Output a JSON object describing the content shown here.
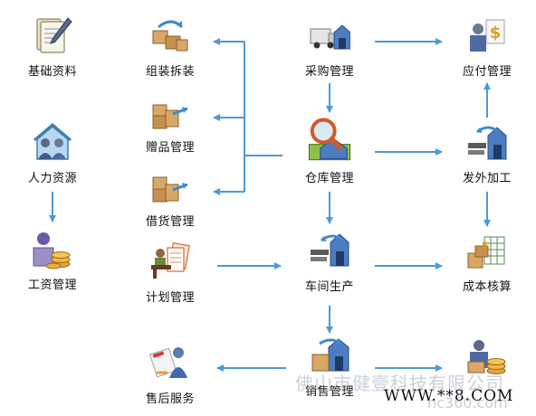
{
  "nodes": {
    "basic": {
      "label": "基础资料",
      "icon": "document-pen-icon"
    },
    "hr": {
      "label": "人力资源",
      "icon": "people-house-icon"
    },
    "salary": {
      "label": "工资管理",
      "icon": "person-coins-icon"
    },
    "assembly": {
      "label": "组装拆装",
      "icon": "boxes-arrow-icon"
    },
    "gift": {
      "label": "赠品管理",
      "icon": "boxes-arrow-icon"
    },
    "borrow": {
      "label": "借货管理",
      "icon": "boxes-arrow-icon"
    },
    "plan": {
      "label": "计划管理",
      "icon": "person-desk-icon"
    },
    "service": {
      "label": "售后服务",
      "icon": "service-person-icon"
    },
    "purchase": {
      "label": "采购管理",
      "icon": "truck-warehouse-icon"
    },
    "warehouse": {
      "label": "仓库管理",
      "icon": "magnifier-warehouse-icon"
    },
    "workshop": {
      "label": "车间生产",
      "icon": "tools-warehouse-icon"
    },
    "sales": {
      "label": "销售管理",
      "icon": "box-warehouse-icon"
    },
    "payable": {
      "label": "应付管理",
      "icon": "person-dollar-icon"
    },
    "outsource": {
      "label": "发外加工",
      "icon": "tools-warehouse-icon"
    },
    "cost": {
      "label": "成本核算",
      "icon": "boxes-sheet-icon"
    },
    "receivable": {
      "label": "",
      "icon": "person-coins-icon"
    }
  },
  "watermark": {
    "company": "佛山市健壹科技有限公司",
    "domain": "hc360.com",
    "web": "WWW.**8.COM"
  },
  "colors": {
    "arrow": "#4a9ad8",
    "box": "#c89a5a",
    "warehouse": "#4d7cc0",
    "text": "#111111"
  }
}
